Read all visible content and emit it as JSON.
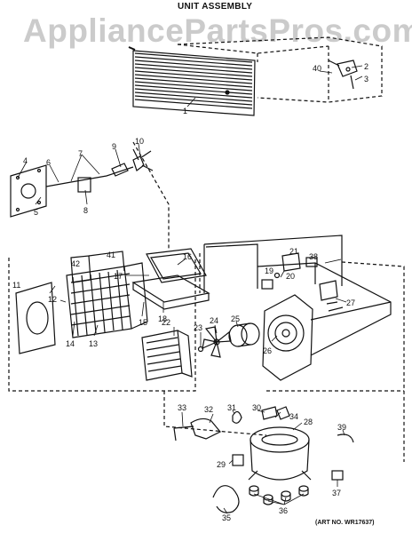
{
  "header": {
    "title": "UNIT ASSEMBLY",
    "top_right": "─ ─ ─ ─ ─ ─ ─ ─ ─"
  },
  "watermark": "AppliancePartsPros.com",
  "footer": {
    "art_number": "(ART NO. WR17637)"
  },
  "callouts": [
    "1",
    "2",
    "3",
    "4",
    "5",
    "6",
    "7",
    "8",
    "9",
    "10",
    "11",
    "12",
    "13",
    "14",
    "15",
    "16",
    "17",
    "18",
    "19",
    "20",
    "21",
    "22",
    "23",
    "24",
    "25",
    "26",
    "27",
    "28",
    "29",
    "30",
    "31",
    "32",
    "33",
    "34",
    "35",
    "36",
    "37",
    "38",
    "39",
    "40",
    "41",
    "42"
  ]
}
